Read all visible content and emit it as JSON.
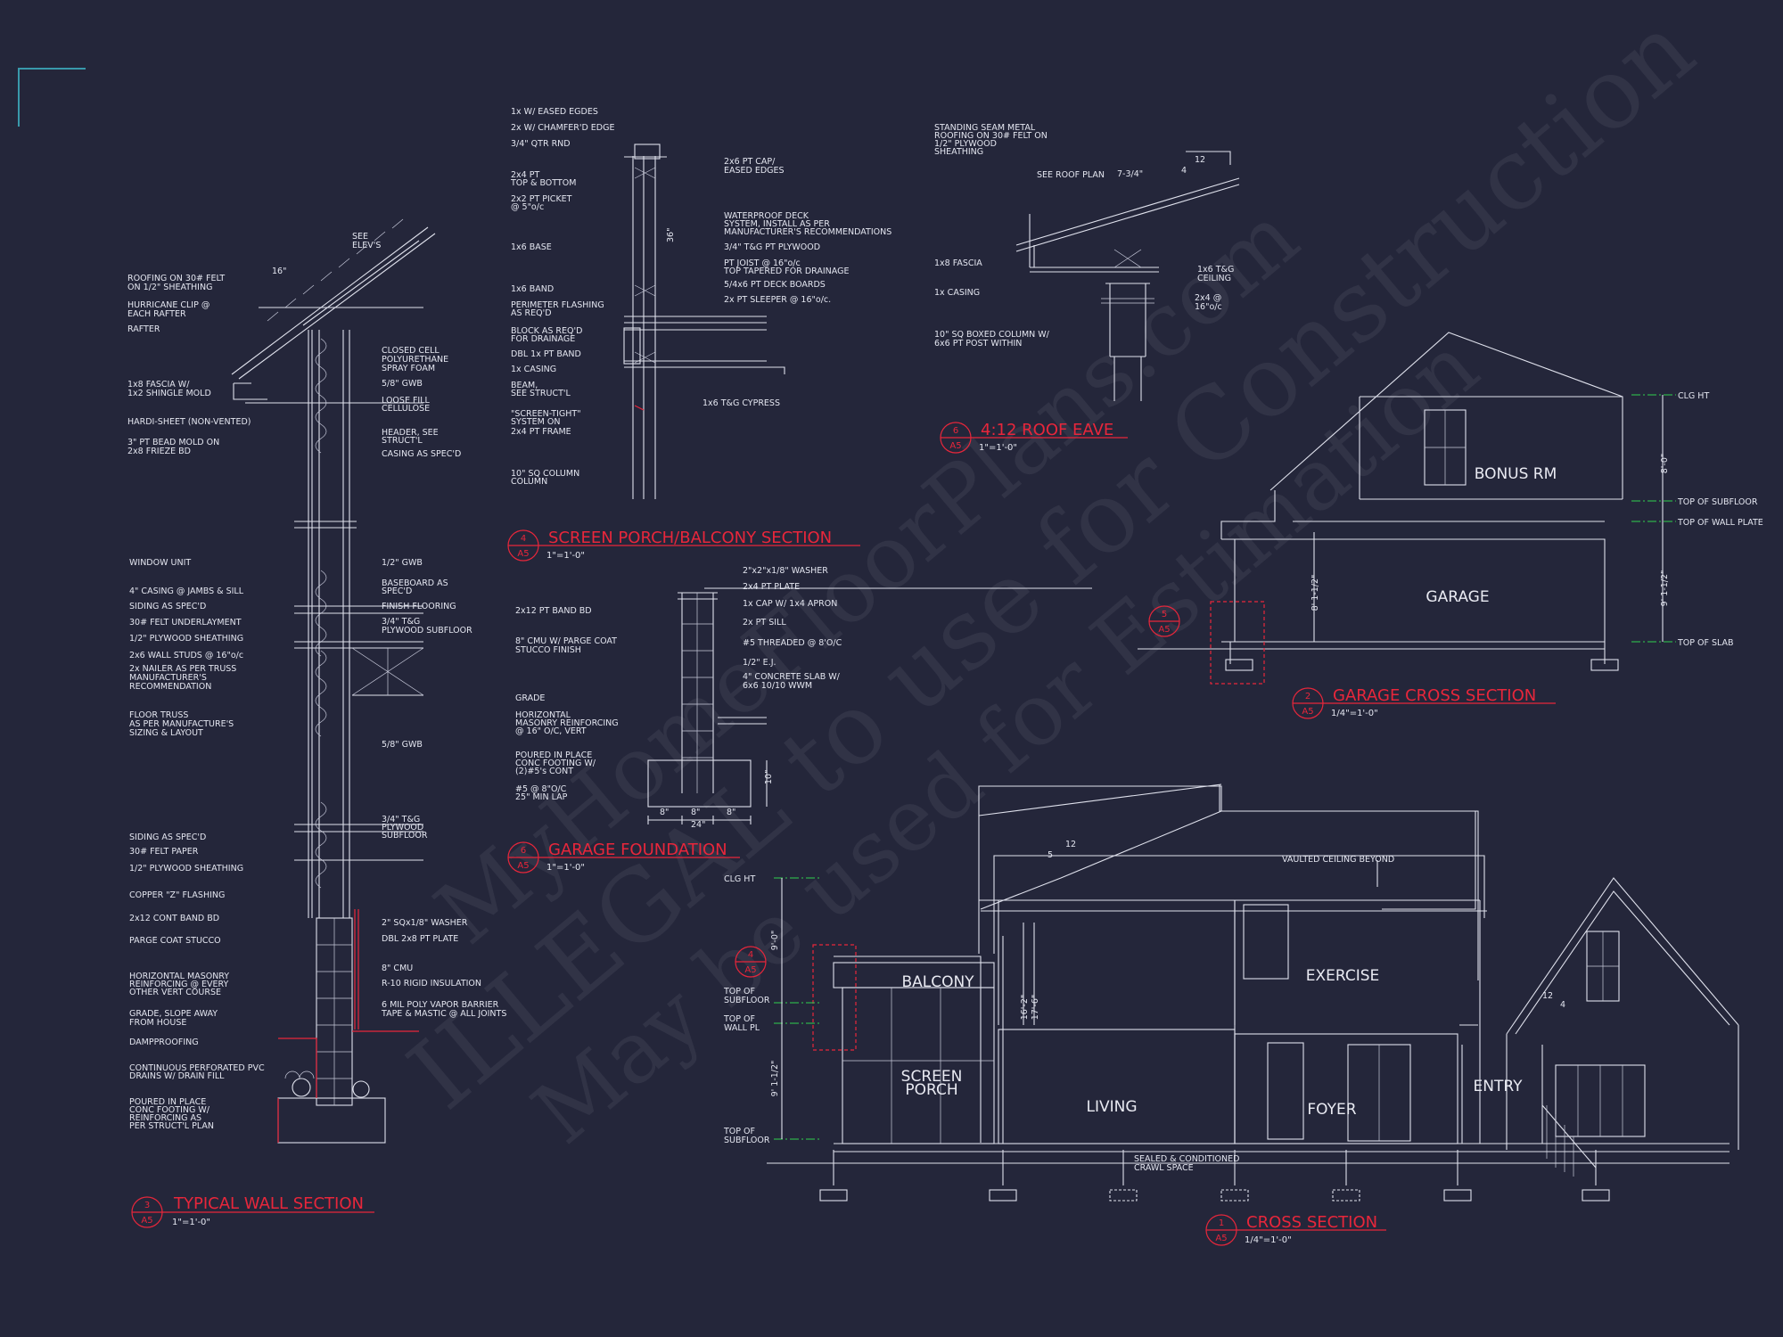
{
  "watermark": {
    "line1": "MyHomeFloorPlans.com",
    "line2": "ILLEGAL to use for Construction",
    "line3": "May be used for Estimation"
  },
  "wall_section": {
    "left_notes": [
      "ROOFING ON 30# FELT",
      "ON 1/2\" SHEATHING",
      "HURRICANE CLIP @",
      "EACH RAFTER",
      "RAFTER",
      "1x8 FASCIA W/",
      "1x2 SHINGLE MOLD",
      "HARDI-SHEET (NON-VENTED)",
      "3\" PT BEAD MOLD ON",
      "2x8 FRIEZE BD",
      "WINDOW UNIT",
      "4\" CASING @ JAMBS & SILL",
      "SIDING AS SPEC'D",
      "30# FELT UNDERLAYMENT",
      "1/2\" PLYWOOD SHEATHING",
      "2x6 WALL STUDS @ 16\"o/c",
      "2x NAILER AS PER TRUSS",
      "MANUFACTURER'S",
      "RECOMMENDATION",
      "FLOOR TRUSS",
      "AS PER MANUFACTURE'S",
      "SIZING & LAYOUT",
      "SIDING AS SPEC'D",
      "30# FELT PAPER",
      "1/2\" PLYWOOD SHEATHING",
      "COPPER \"Z\" FLASHING",
      "2x12 CONT BAND BD",
      "PARGE COAT STUCCO",
      "HORIZONTAL MASONRY",
      "REINFORCING @ EVERY",
      "OTHER VERT COURSE",
      "GRADE, SLOPE AWAY",
      "FROM HOUSE",
      "DAMPPROOFING",
      "CONTINUOUS PERFORATED PVC",
      "DRAINS W/ DRAIN FILL",
      "POURED IN PLACE",
      "CONC FOOTING W/",
      "REINFORCING AS",
      "PER STRUCT'L PLAN"
    ],
    "right_notes": [
      "SEE",
      "ELEV'S",
      "16\"",
      "CLOSED CELL",
      "POLYURETHANE",
      "SPRAY FOAM",
      "5/8\" GWB",
      "LOOSE FILL",
      "CELLULOSE",
      "HEADER, SEE",
      "STRUCT'L",
      "CASING AS SPEC'D",
      "1/2\" GWB",
      "BASEBOARD AS",
      "SPEC'D",
      "FINISH FLOORING",
      "3/4\" T&G",
      "PLYWOOD SUBFLOOR",
      "5/8\" GWB",
      "3/4\" T&G",
      "PLYWOOD",
      "SUBFLOOR",
      "2\" SQx1/8\" WASHER",
      "DBL 2x8 PT PLATE",
      "8\" CMU",
      "R-10 RIGID INSULATION",
      "6 MIL POLY VAPOR BARRIER",
      "TAPE & MASTIC @ ALL JOINTS"
    ],
    "title": "TYPICAL WALL SECTION",
    "scale": "1\"=1'-0\"",
    "bubble_num": "3",
    "bubble_sheet": "A5"
  },
  "porch_section": {
    "left_notes": [
      "1x W/ EASED EGDES",
      "2x W/ CHAMFER'D EDGE",
      "3/4\" QTR RND",
      "2x4 PT",
      "TOP & BOTTOM",
      "2x2 PT PICKET",
      "@ 5\"o/c",
      "1x6 BASE",
      "1x6 BAND",
      "PERIMETER FLASHING",
      "AS REQ'D",
      "BLOCK AS REQ'D",
      "FOR DRAINAGE",
      "DBL 1x PT BAND",
      "1x CASING",
      "BEAM,",
      "SEE STRUCT'L",
      "\"SCREEN-TIGHT\"",
      "SYSTEM ON",
      "2x4 PT FRAME",
      "10\" SQ COLUMN",
      "COLUMN"
    ],
    "right_notes": [
      "2x6 PT CAP/",
      "EASED EDGES",
      "36\"",
      "WATERPROOF DECK",
      "SYSTEM, INSTALL AS PER",
      "MANUFACTURER'S RECOMMENDATIONS",
      "3/4\" T&G PT PLYWOOD",
      "PT JOIST @ 16\"o/c",
      "TOP TAPERED FOR DRAINAGE",
      "5/4x6 PT DECK BOARDS",
      "2x PT SLEEPER @ 16\"o/c.",
      "1x6 T&G CYPRESS"
    ],
    "title": "SCREEN PORCH/BALCONY SECTION",
    "scale": "1\"=1'-0\"",
    "bubble_num": "4",
    "bubble_sheet": "A5"
  },
  "garage_foundation": {
    "notes": [
      "2\"x2\"x1/8\" WASHER",
      "2x4 PT PLATE",
      "1x CAP W/ 1x4 APRON",
      "2x12 PT BAND BD",
      "2x PT SILL",
      "8\" CMU W/ PARGE COAT",
      "STUCCO FINISH",
      "#5 THREADED @ 8'O/C",
      "1/2\" E.J.",
      "4\" CONCRETE SLAB W/",
      "6x6 10/10 WWM",
      "GRADE",
      "HORIZONTAL",
      "MASONRY REINFORCING",
      "@ 16\" O/C, VERT",
      "POURED IN PLACE",
      "CONC FOOTING W/",
      "(2)#5's CONT",
      "#5 @ 8\"O/C",
      "25\" MIN LAP",
      "10\"",
      "8\"",
      "8\"",
      "8\"",
      "24\""
    ],
    "title": "GARAGE FOUNDATION",
    "scale": "1\"=1'-0\"",
    "bubble_num": "6",
    "bubble_sheet": "A5"
  },
  "roof_eave": {
    "notes": [
      "STANDING SEAM METAL",
      "ROOFING ON 30# FELT ON",
      "1/2\" PLYWOOD",
      "SHEATHING",
      "SEE ROOF PLAN",
      "7-3/4\"",
      "12",
      "4",
      "1x8 FASCIA",
      "1x6 T&G",
      "CEILING",
      "1x CASING",
      "2x4 @",
      "16\"o/c",
      "10\" SQ BOXED COLUMN W/",
      "6x6 PT POST WITHIN"
    ],
    "title": "4:12 ROOF EAVE",
    "scale": "1\"=1'-0\"",
    "bubble_num": "6",
    "bubble_sheet": "A5"
  },
  "garage_cross_section": {
    "rooms": [
      "BONUS RM",
      "GARAGE"
    ],
    "levels": [
      "CLG HT",
      "TOP OF SUBFLOOR",
      "TOP OF WALL PLATE",
      "TOP OF SLAB"
    ],
    "dims": [
      "8'-0\"",
      "9' 1-1/2\"",
      "8' 1-1/2\""
    ],
    "title": "GARAGE CROSS SECTION",
    "scale": "1/4\"=1'-0\"",
    "bubble_num": "2",
    "bubble_sheet": "A5",
    "callout_num": "5",
    "callout_sheet": "A5"
  },
  "cross_section": {
    "rooms": [
      "BALCONY",
      "EXERCISE",
      "SCREEN",
      "PORCH",
      "LIVING",
      "FOYER",
      "ENTRY"
    ],
    "levels": [
      "CLG HT",
      "TOP OF",
      "SUBFLOOR",
      "TOP OF",
      "WALL PL",
      "TOP OF",
      "SUBFLOOR"
    ],
    "dims": [
      "9'-0\"",
      "9' 1-1/2\"",
      "16'-2\"",
      "17'-6\"",
      "12",
      "5",
      "12",
      "4"
    ],
    "notes": [
      "VAULTED CEILING BEYOND",
      "SEALED & CONDITIONED",
      "CRAWL SPACE"
    ],
    "title": "CROSS SECTION",
    "scale": "1/4\"=1'-0\"",
    "bubble_num": "1",
    "bubble_sheet": "A5",
    "callout_num": "4",
    "callout_sheet": "A5"
  }
}
